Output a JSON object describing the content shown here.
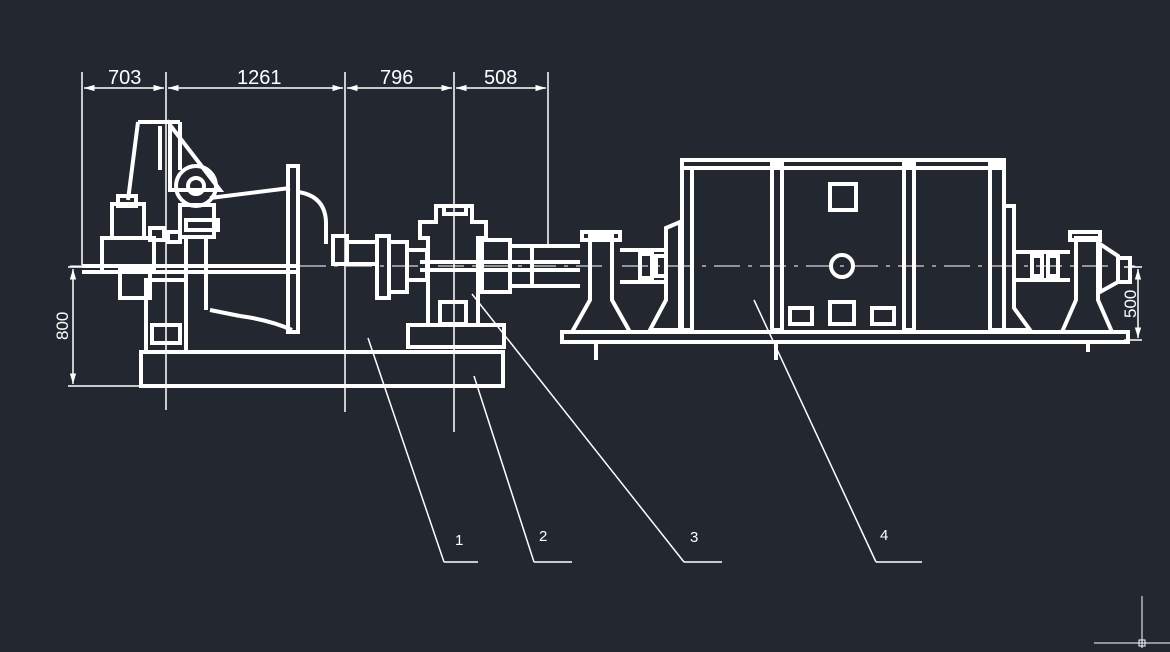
{
  "drawing": {
    "background": "#232830",
    "line_color": "#ffffff",
    "dimensions": {
      "d703": "703",
      "d1261": "1261",
      "d796": "796",
      "d508": "508",
      "d800": "800",
      "d500": "500"
    },
    "callouts": [
      "1",
      "2",
      "3",
      "4"
    ]
  }
}
